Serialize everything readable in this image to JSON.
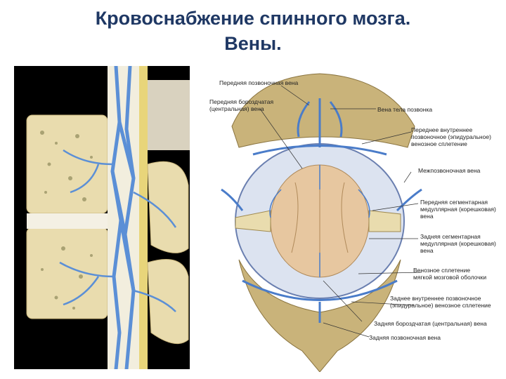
{
  "slide": {
    "title_line1": "Кровоснабжение спинного мозга.",
    "title_line2": "Вены."
  },
  "colors": {
    "title": "#1f3864",
    "vein": "#5b8fd6",
    "bone": "#e9dcae",
    "cord": "#e7c7a0",
    "dura": "#b9c7e3"
  },
  "labels": {
    "anterior_vertebral_vein": "Передняя позвоночная вена",
    "anterior_central_vein": "Передняя бороздчатая\n(центральная) вена",
    "vertebral_body_vein": "Вена тела позвонка",
    "anterior_internal_plexus": "Переднее внутреннее\nпозвоночное (эпидуральное)\nвенозное сплетение",
    "intervertebral_vein": "Межпозвоночная вена",
    "anterior_segmental_vein": "Передняя сегментарная\nмедуллярная (корешковая)\nвена",
    "posterior_segmental_vein": "Задняя сегментарная\nмедуллярная (корешковая)\nвена",
    "pia_plexus": "Венозное сплетение\nмягкой мозговой оболочки",
    "posterior_internal_plexus": "Заднее внутреннее позвоночное\n(эпидуральное) венозное сплетение",
    "posterior_central_vein": "Задняя бороздчатая (центральная) вена",
    "posterior_vertebral_vein": "Задняя позвоночная вена"
  }
}
